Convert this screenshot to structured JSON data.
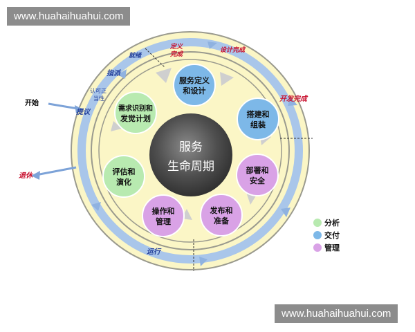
{
  "watermark": "www.huahaihuahui.com",
  "center": {
    "line1": "服务",
    "line2": "生命周期"
  },
  "stages": [
    {
      "l1": "服务定义",
      "l2": "和设计",
      "cat": "交付"
    },
    {
      "l1": "搭建和",
      "l2": "组装",
      "cat": "交付"
    },
    {
      "l1": "部署和",
      "l2": "安全",
      "cat": "管理"
    },
    {
      "l1": "发布和",
      "l2": "准备",
      "cat": "管理"
    },
    {
      "l1": "操作和",
      "l2": "管理",
      "cat": "管理"
    },
    {
      "l1": "评估和",
      "l2": "演化",
      "cat": "分析"
    },
    {
      "l1": "需求识别和",
      "l2": "发觉计划",
      "cat": "分析"
    }
  ],
  "ring_labels": {
    "def_done_1": "定义",
    "def_done_2": "完成",
    "design_done": "设计完成",
    "dev_done": "开发完成",
    "ready": "就绪",
    "assign": "指派",
    "approve_1": "认可正",
    "approve_2": "当性",
    "propose": "提议",
    "start": "开始",
    "retire": "退休",
    "operate": "运行"
  },
  "legend": [
    {
      "label": "分析",
      "color": "#b8eab0"
    },
    {
      "label": "交付",
      "color": "#7db8e8"
    },
    {
      "label": "管理",
      "color": "#d9a2e6"
    }
  ],
  "colors": {
    "ring_fill": "#fbf6c6",
    "ring_stroke": "#9a9a8e",
    "blue_track": "#a9c6ea",
    "label_red": "#c8102e",
    "label_blue": "#24409a",
    "center_dark": "#4a4a4a"
  }
}
